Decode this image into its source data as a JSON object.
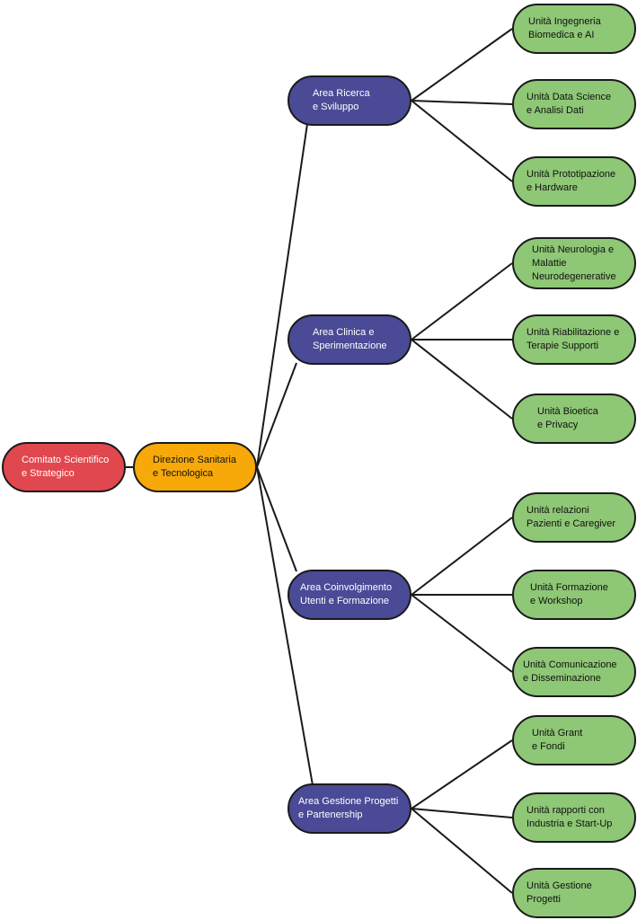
{
  "colors": {
    "root": "#e1474e",
    "direzione": "#f7a90a",
    "area": "#4a4a97",
    "unit": "#8ec775",
    "line": "#1a1a1a"
  },
  "root": {
    "label": "Comitato Scientifico\ne Strategico"
  },
  "direzione": {
    "label": "Direzione Sanitaria\ne Tecnologica"
  },
  "areas": [
    {
      "label": "Area Ricerca\ne Sviluppo",
      "units": [
        {
          "label": "Unità Ingegneria\nBiomedica e AI"
        },
        {
          "label": "Unità Data Science\ne Analisi Dati"
        },
        {
          "label": "Unità Prototipazione\ne Hardware"
        }
      ]
    },
    {
      "label": "Area Clinica e\nSperimentazione",
      "units": [
        {
          "label": "Unità Neurologia e\nMalattie\nNeurodegenerative"
        },
        {
          "label": "Unità Riabilitazione e\nTerapie Supporti"
        },
        {
          "label": "Unità Bioetica\ne Privacy"
        }
      ]
    },
    {
      "label": "Area Coinvolgimento\nUtenti e Formazione",
      "units": [
        {
          "label": "Unità relazioni\nPazienti e Caregiver"
        },
        {
          "label": "Unità Formazione\ne Workshop"
        },
        {
          "label": "Unità Comunicazione\ne Disseminazione"
        }
      ]
    },
    {
      "label": "Area Gestione Progetti\ne Partenership",
      "units": [
        {
          "label": "Unità Grant\ne Fondi"
        },
        {
          "label": "Unità rapporti con\nIndustria e Start-Up"
        },
        {
          "label": "Unità Gestione\nProgetti"
        }
      ]
    }
  ]
}
